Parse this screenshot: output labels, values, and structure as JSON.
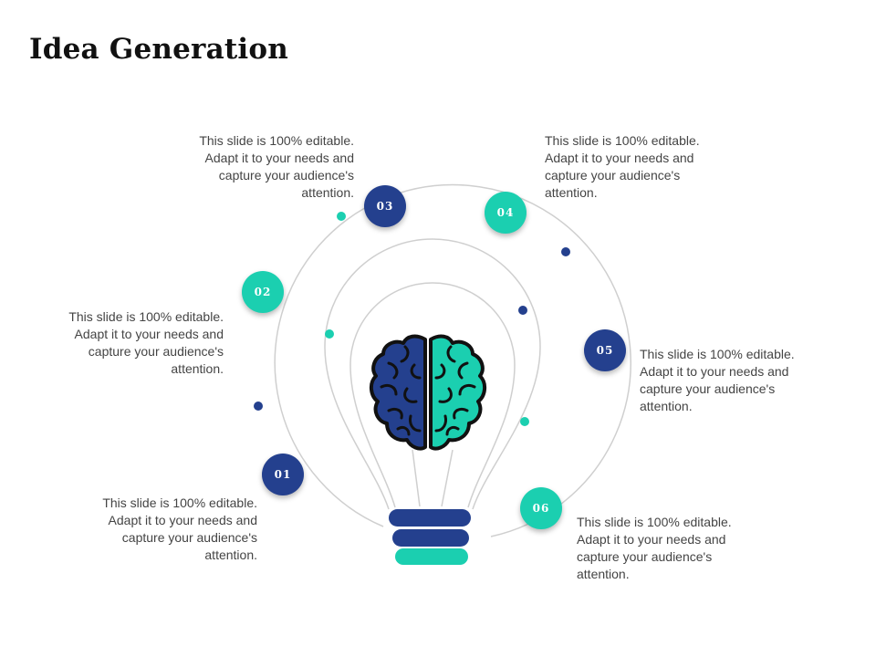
{
  "title": "Idea Generation",
  "colors": {
    "navy": "#24408e",
    "teal": "#1bcfb0",
    "line": "#cfcfcf",
    "text": "#444444"
  },
  "icons": {
    "center": "brain-icon",
    "base": "lightbulb-icon"
  },
  "steps": [
    {
      "number": "01",
      "text": "This slide is 100% editable. Adapt it to your needs and capture your audience's attention."
    },
    {
      "number": "02",
      "text": "This slide is 100% editable. Adapt it to your needs and capture your audience's attention."
    },
    {
      "number": "03",
      "text": "This slide is 100% editable. Adapt it to your needs and capture your audience's attention."
    },
    {
      "number": "04",
      "text": "This slide is 100% editable. Adapt it to your needs and capture your audience's attention."
    },
    {
      "number": "05",
      "text": "This slide is 100% editable. Adapt it to your needs and capture your audience's attention."
    },
    {
      "number": "06",
      "text": "This slide is 100% editable. Adapt it to your needs and capture your audience's attention."
    }
  ]
}
